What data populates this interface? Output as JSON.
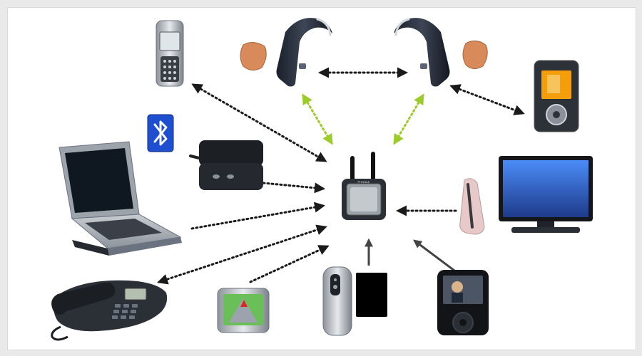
{
  "diagram": {
    "hub": {
      "name": "streamer-hub",
      "brand": "PHONAK"
    },
    "bluetooth": {
      "glyph": "ᛒ",
      "color": "#1e4fd0"
    },
    "colors": {
      "link_dotted": "#1a1a1a",
      "hearing_link": "#9ccc29",
      "device_dark": "#1f2937",
      "screen_blue": "#2563eb"
    },
    "nodes": [
      "mobile-phone",
      "hearing-aid-left",
      "hearing-aid-right",
      "mp3-player",
      "bluetooth-logo",
      "bluetooth-transmitter",
      "laptop",
      "tv",
      "tv-adapter",
      "desk-phone",
      "gps-navigator",
      "remote-control",
      "video-ipod"
    ],
    "connections": [
      {
        "from": "mobile-phone",
        "to": "streamer-hub",
        "direction": "both",
        "style": "dotted"
      },
      {
        "from": "hearing-aid-left",
        "to": "hearing-aid-right",
        "direction": "both",
        "style": "dotted"
      },
      {
        "from": "hearing-aid-left",
        "to": "streamer-hub",
        "direction": "both",
        "style": "green-dotted"
      },
      {
        "from": "hearing-aid-right",
        "to": "streamer-hub",
        "direction": "both",
        "style": "green-dotted"
      },
      {
        "from": "mp3-player",
        "to": "hearing-aid-right",
        "direction": "both",
        "style": "dotted"
      },
      {
        "from": "bluetooth-transmitter",
        "to": "streamer-hub",
        "direction": "to",
        "style": "dotted"
      },
      {
        "from": "laptop",
        "to": "streamer-hub",
        "direction": "to",
        "style": "dotted"
      },
      {
        "from": "tv-adapter",
        "to": "streamer-hub",
        "direction": "to",
        "style": "dotted"
      },
      {
        "from": "desk-phone",
        "to": "streamer-hub",
        "direction": "both",
        "style": "dotted"
      },
      {
        "from": "gps-navigator",
        "to": "streamer-hub",
        "direction": "to",
        "style": "dotted"
      },
      {
        "from": "remote-control",
        "to": "streamer-hub",
        "direction": "to",
        "style": "solid"
      },
      {
        "from": "video-ipod",
        "to": "streamer-hub",
        "direction": "to",
        "style": "solid"
      }
    ]
  }
}
